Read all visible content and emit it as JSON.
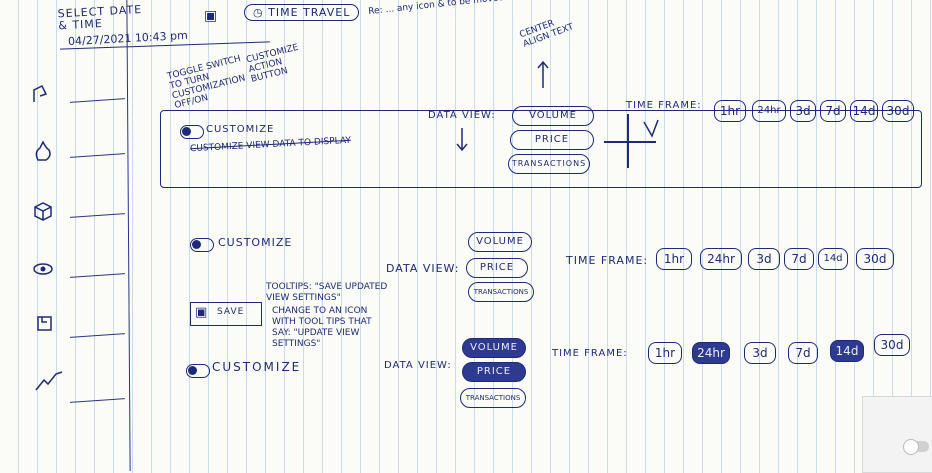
{
  "header": {
    "select_label": "SELECT DATE & TIME",
    "datetime_value": "04/27/2021  10:43 pm",
    "time_travel_label": "TIME TRAVEL",
    "removed_note": "Re: ... any icon & to be moved"
  },
  "sidebar": {
    "icons": [
      "flame-icon",
      "cube-icon",
      "eye-icon",
      "box-icon",
      "trend-icon",
      "arrow-icon"
    ]
  },
  "annotations": {
    "toggle_note": "TOGGLE SWITCH TO TURN CUSTOMIZATION OFF/ON",
    "customize_button_note": "CUSTOMIZE ACTION BUTTON",
    "center_note": "CENTER ALIGN TEXT",
    "tooltip_note": "TOOLTIPS: \"SAVE UPDATED VIEW SETTINGS\"",
    "icon_note": "CHANGE TO AN ICON WITH TOOL TIPS THAT SAY: \"UPDATE VIEW SETTINGS\""
  },
  "panel1": {
    "customize_label": "CUSTOMIZE",
    "struck_text": "CUSTOMIZE VIEW DATA TO DISPLAY",
    "data_view_label": "DATA VIEW:",
    "data_view_options": [
      "VOLUME",
      "PRICE",
      "TRANSACTIONS"
    ],
    "time_frame_label": "TIME FRAME:",
    "time_frame_options": [
      "1hr",
      "24hr",
      "3d",
      "7d",
      "14d",
      "30d"
    ]
  },
  "panel2": {
    "customize_label": "CUSTOMIZE",
    "data_view_label": "DATA VIEW:",
    "data_view_options": [
      "VOLUME",
      "PRICE",
      "TRANSACTIONS"
    ],
    "time_frame_label": "TIME FRAME:",
    "time_frame_options": [
      "1hr",
      "24hr",
      "3d",
      "7d",
      "14d",
      "30d"
    ],
    "save_label": "SAVE"
  },
  "panel3": {
    "customize_label": "CUSTOMIZE",
    "data_view_label": "DATA VIEW:",
    "data_view_options": [
      "VOLUME",
      "PRICE",
      "TRANSACTIONS"
    ],
    "time_frame_label": "TIME FRAME:",
    "time_frame_options": [
      "1hr",
      "24hr",
      "3d",
      "7d",
      "14d",
      "30d"
    ],
    "selected_time_frames": [
      "24hr",
      "14d"
    ]
  },
  "colors": {
    "ink": "#1e2a78",
    "paper": "#fbfbf7",
    "rule_lines": "#c9dcef"
  }
}
